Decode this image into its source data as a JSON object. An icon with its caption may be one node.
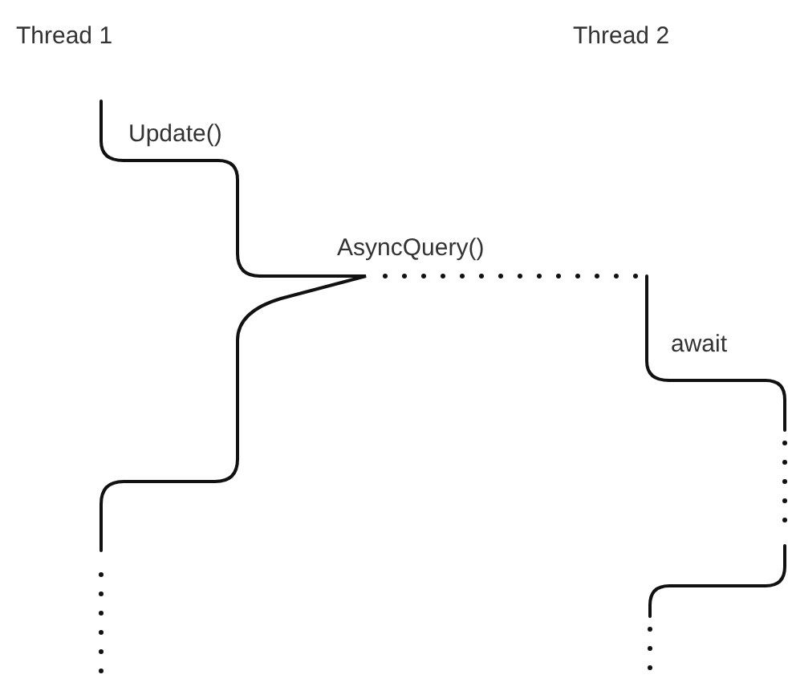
{
  "diagram": {
    "labels": [
      "Thread 1",
      "Thread 2",
      "Update()",
      "AsyncQuery()",
      "await"
    ]
  }
}
